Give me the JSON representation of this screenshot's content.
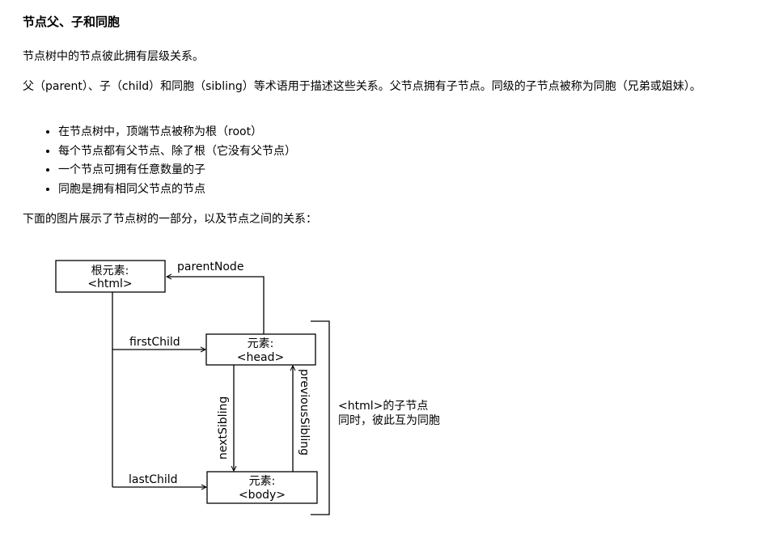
{
  "heading": "节点父、子和同胞",
  "paragraph1": "节点树中的节点彼此拥有层级关系。",
  "paragraph2": "父（parent）、子（child）和同胞（sibling）等术语用于描述这些关系。父节点拥有子节点。同级的子节点被称为同胞（兄弟或姐妹）。",
  "bullets": [
    "在节点树中，顶端节点被称为根（root）",
    "每个节点都有父节点、除了根（它没有父节点）",
    "一个节点可拥有任意数量的子",
    "同胞是拥有相同父节点的节点"
  ],
  "paragraph3": "下面的图片展示了节点树的一部分，以及节点之间的关系：",
  "diagram": {
    "root_line1": "根元素:",
    "root_line2": "<html>",
    "head_line1": "元素:",
    "head_line2": "<head>",
    "body_line1": "元素:",
    "body_line2": "<body>",
    "parentNode": "parentNode",
    "firstChild": "firstChild",
    "lastChild": "lastChild",
    "nextSibling": "nextSibling",
    "previousSibling": "previousSibling",
    "bracket_line1": "<html>的子节点",
    "bracket_line2": "同时，彼此互为同胞"
  }
}
